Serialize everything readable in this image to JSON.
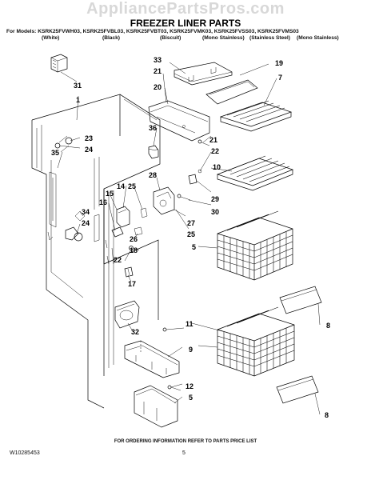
{
  "watermark": "AppliancePartsPros.com",
  "title": "FREEZER LINER PARTS",
  "models_line": "For Models: KSRK25FVWH03, KSRK25FVBL03, KSRK25FVBT03, KSRK25FVMK03, KSRK25FVSS03, KSRK25FVMS03",
  "variants": [
    "(White)",
    "(Black)",
    "(Biscuit)",
    "(Mono Stainless)",
    "(Stainless Steel)",
    "(Mono Stainless)"
  ],
  "callouts": [
    "31",
    "1",
    "23",
    "24",
    "35",
    "34",
    "24",
    "33",
    "21",
    "20",
    "36",
    "21",
    "19",
    "7",
    "22",
    "10",
    "28",
    "14",
    "25",
    "15",
    "16",
    "29",
    "30",
    "27",
    "25",
    "26",
    "5",
    "22",
    "18",
    "17",
    "32",
    "8",
    "11",
    "9",
    "12",
    "5",
    "8"
  ],
  "footer_note": "FOR ORDERING INFORMATION REFER TO PARTS PRICE LIST",
  "doc_number": "W10285453",
  "page_number": "5"
}
